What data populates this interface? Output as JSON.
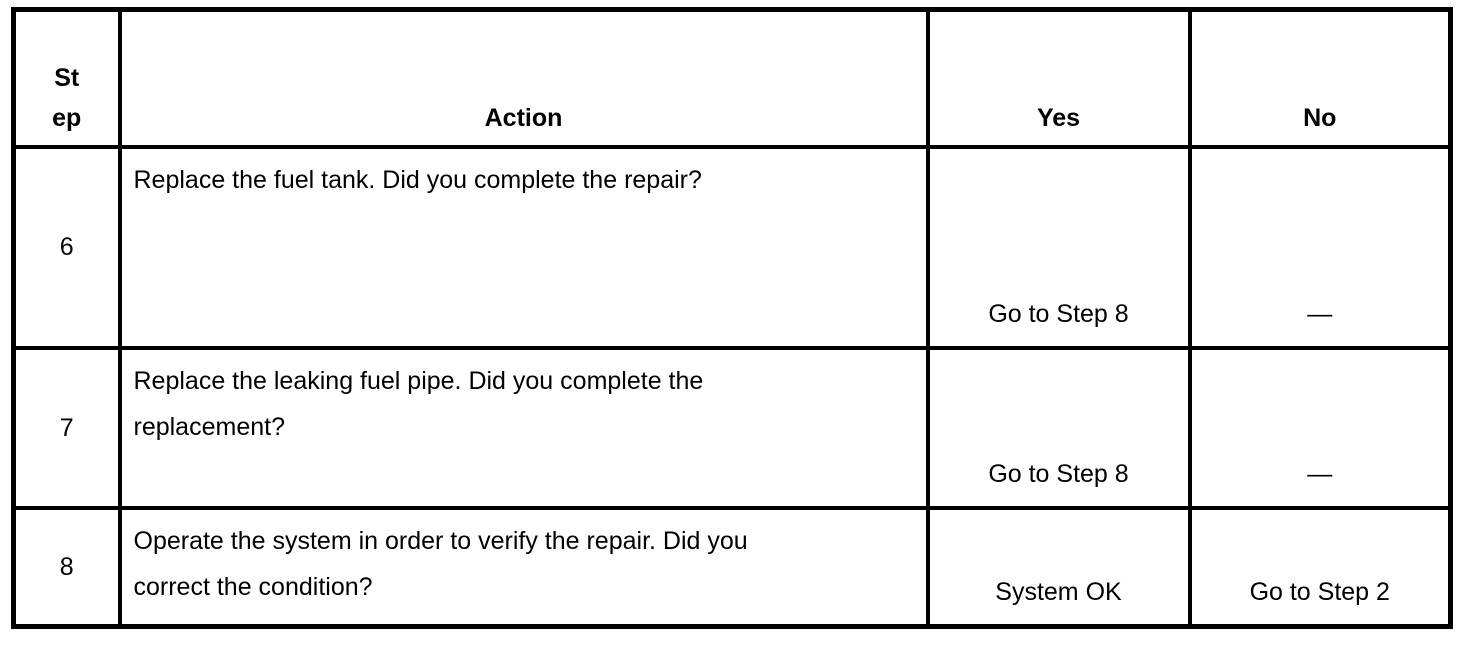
{
  "document": {
    "kind": "diagnostic-step-table",
    "colors": {
      "background": "#ffffff",
      "border": "#000000",
      "text": "#000000"
    },
    "table": {
      "headers": {
        "step": "St\nep",
        "action": "Action",
        "yes": "Yes",
        "no": "No"
      },
      "rows": [
        {
          "step": "6",
          "action": "Replace the fuel tank. Did you complete the repair?",
          "yes": "Go to Step 8",
          "no": "—"
        },
        {
          "step": "7",
          "action": "Replace the leaking fuel pipe. Did you complete the\nreplacement?",
          "yes": "Go to Step 8",
          "no": "—"
        },
        {
          "step": "8",
          "action": "Operate the system in order to verify the repair. Did you\ncorrect the condition?",
          "yes": "System OK",
          "no": "Go to Step 2"
        }
      ]
    }
  }
}
